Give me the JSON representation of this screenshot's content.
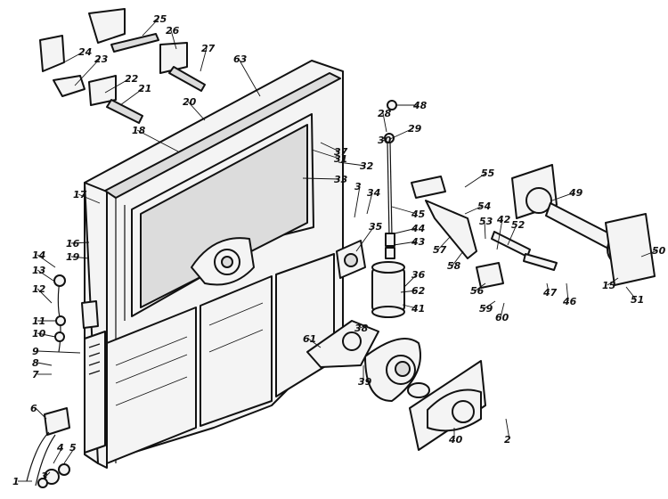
{
  "diagram": {
    "type": "exploded-view",
    "labels": [
      "1",
      "2",
      "3",
      "3",
      "4",
      "5",
      "6",
      "7",
      "8",
      "9",
      "10",
      "11",
      "12",
      "13",
      "14",
      "15",
      "16",
      "17",
      "18",
      "19",
      "20",
      "21",
      "22",
      "23",
      "24",
      "25",
      "26",
      "27",
      "28",
      "29",
      "30",
      "31",
      "32",
      "33",
      "34",
      "35",
      "36",
      "37",
      "38",
      "39",
      "40",
      "41",
      "42",
      "43",
      "44",
      "45",
      "46",
      "47",
      "48",
      "49",
      "50",
      "51",
      "52",
      "53",
      "54",
      "55",
      "56",
      "57",
      "58",
      "59",
      "60",
      "61",
      "62",
      "63"
    ]
  }
}
